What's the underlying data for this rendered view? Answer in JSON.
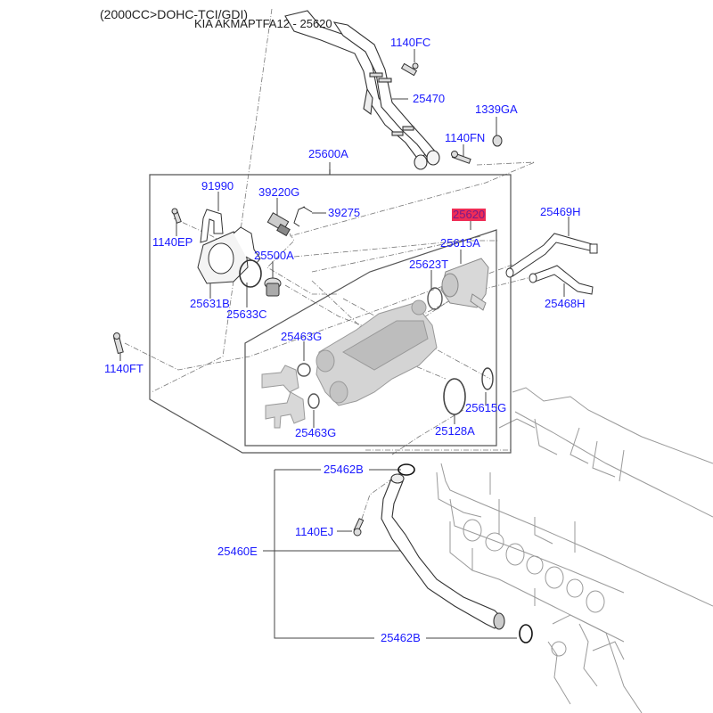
{
  "header": {
    "engine_spec": "(2000CC>DOHC-TCI/GDI)",
    "model_ref": "KIA AKMAPTFA12 - 25620"
  },
  "colors": {
    "label": "#1a1aff",
    "highlight_bg": "#ef2d56",
    "line": "#444444",
    "engine_outline": "#9a9a9a",
    "part_fill": "#d4d4d4"
  },
  "highlighted_part": "25620",
  "labels": {
    "p1140FC": "1140FC",
    "p25470": "25470",
    "p1339GA": "1339GA",
    "p1140FN": "1140FN",
    "p25600A": "25600A",
    "p91990": "91990",
    "p39220G": "39220G",
    "p39275": "39275",
    "p1140EP": "1140EP",
    "p25500A": "25500A",
    "p25631B": "25631B",
    "p25633C": "25633C",
    "p25620": "25620",
    "p25615A": "25615A",
    "p25623T": "25623T",
    "p25469H": "25469H",
    "p25468H": "25468H",
    "p1140FT": "1140FT",
    "p25463G_top": "25463G",
    "p25463G_bot": "25463G",
    "p25615G": "25615G",
    "p25128A": "25128A",
    "p25462B_top": "25462B",
    "p1140EJ": "1140EJ",
    "p25460E": "25460E",
    "p25462B_bot": "25462B"
  },
  "parts": [
    {
      "code": "1140FC",
      "kind": "bolt"
    },
    {
      "code": "25470",
      "kind": "pipe-assembly"
    },
    {
      "code": "1339GA",
      "kind": "nut"
    },
    {
      "code": "1140FN",
      "kind": "bolt"
    },
    {
      "code": "25600A",
      "kind": "thermostat-housing-assembly"
    },
    {
      "code": "91990",
      "kind": "bracket"
    },
    {
      "code": "39220G",
      "kind": "temperature-sensor"
    },
    {
      "code": "39275",
      "kind": "clip"
    },
    {
      "code": "1140EP",
      "kind": "bolt"
    },
    {
      "code": "25500A",
      "kind": "thermostat"
    },
    {
      "code": "25631B",
      "kind": "housing-cover"
    },
    {
      "code": "25633C",
      "kind": "gasket"
    },
    {
      "code": "25620",
      "kind": "water-outlet-housing"
    },
    {
      "code": "25615A",
      "kind": "fitting"
    },
    {
      "code": "25623T",
      "kind": "o-ring"
    },
    {
      "code": "25469H",
      "kind": "hose"
    },
    {
      "code": "25468H",
      "kind": "hose"
    },
    {
      "code": "1140FT",
      "kind": "bolt"
    },
    {
      "code": "25463G",
      "kind": "o-ring"
    },
    {
      "code": "25615G",
      "kind": "o-ring"
    },
    {
      "code": "25128A",
      "kind": "o-ring"
    },
    {
      "code": "25462B",
      "kind": "o-ring"
    },
    {
      "code": "1140EJ",
      "kind": "bolt"
    },
    {
      "code": "25460E",
      "kind": "pipe"
    }
  ]
}
